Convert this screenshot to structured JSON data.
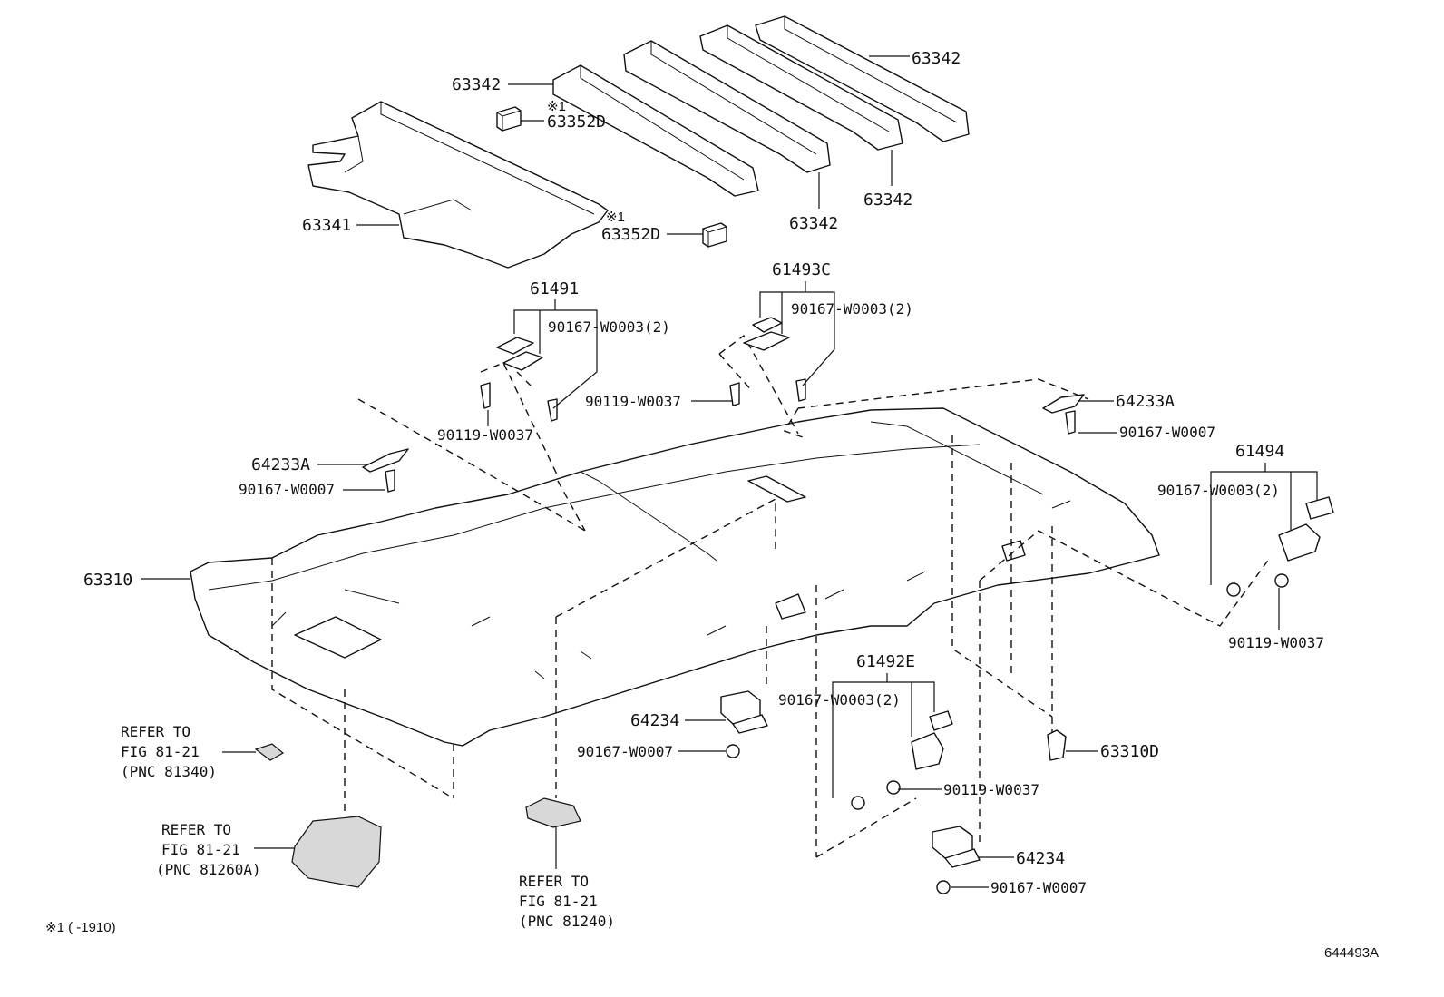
{
  "callouts": {
    "c63342a": "63342",
    "c63342b": "63342",
    "c63342c": "63342",
    "c63342d": "63342",
    "c63352Da": "63352D",
    "c63352Db": "63352D",
    "c63341": "63341",
    "c61491": "61491",
    "c61493C": "61493C",
    "c90167W0003a": "90167-W0003(2)",
    "c90167W0003b": "90167-W0003(2)",
    "c90167W0003c": "90167-W0003(2)",
    "c90167W0003d": "90167-W0003(2)",
    "c90119W0037a": "90119-W0037",
    "c90119W0037b": "90119-W0037",
    "c90119W0037c": "90119-W0037",
    "c90119W0037d": "90119-W0037",
    "c64233Aa": "64233A",
    "c64233Ab": "64233A",
    "c90167W0007a": "90167-W0007",
    "c90167W0007b": "90167-W0007",
    "c90167W0007c": "90167-W0007",
    "c90167W0007d": "90167-W0007",
    "c61494": "61494",
    "c63310": "63310",
    "c61492E": "61492E",
    "c64234a": "64234",
    "c64234b": "64234",
    "c63310D": "63310D",
    "mark1a": "※1",
    "mark1b": "※1"
  },
  "refs": {
    "r1_l1": "REFER TO",
    "r1_l2": "FIG 81-21",
    "r1_l3": "(PNC 81340)",
    "r2_l1": "REFER TO",
    "r2_l2": "FIG 81-21",
    "r2_l3": "(PNC 81260A)",
    "r3_l1": "REFER TO",
    "r3_l2": "FIG 81-21",
    "r3_l3": "(PNC 81240)"
  },
  "footnote": "※1 (     -1910)",
  "diagram_id": "644493A"
}
